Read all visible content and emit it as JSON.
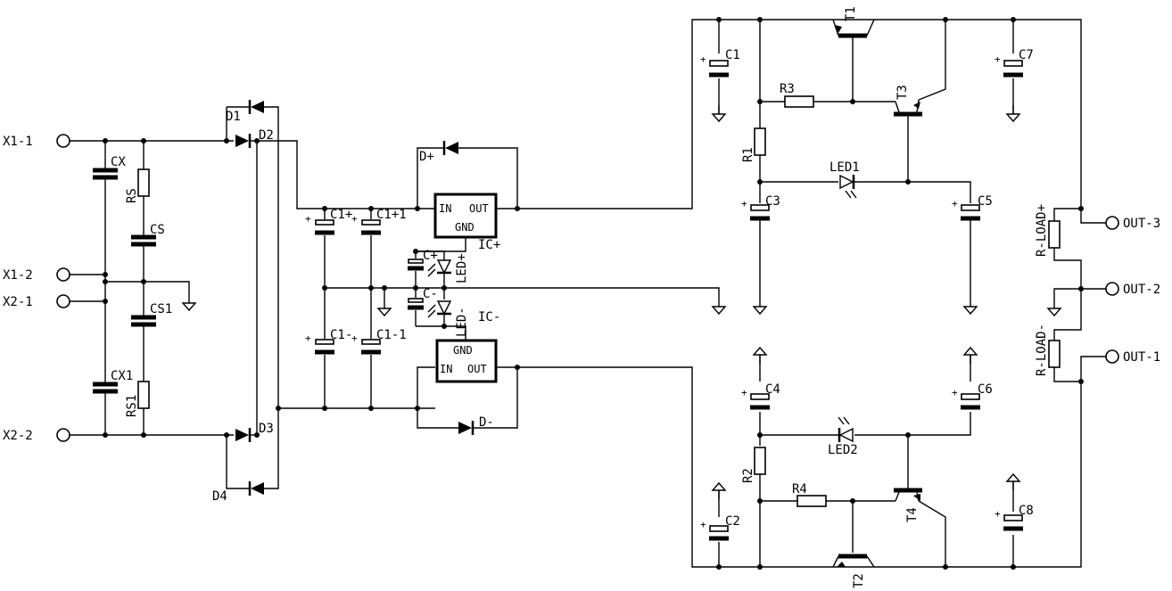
{
  "schematic": {
    "labels": {
      "X1-1": "X1-1",
      "X1-2": "X1-2",
      "X2-1": "X2-1",
      "X2-2": "X2-2",
      "CX": "CX",
      "RS": "RS",
      "CS": "CS",
      "CS1": "CS1",
      "CX1": "CX1",
      "RS1": "RS1",
      "D1": "D1",
      "D2": "D2",
      "D3": "D3",
      "D4": "D4",
      "C1+": "C1+",
      "C1+1": "C1+1",
      "C1-": "C1-",
      "C1-1": "C1-1",
      "IN_P": "IN",
      "OUT_P": "OUT",
      "GND_P": "GND",
      "IC+": "IC+",
      "GND_N": "GND",
      "IN_N": "IN",
      "OUT_N": "OUT",
      "IC-": "IC-",
      "D+": "D+",
      "D-": "D-",
      "C+": "C+",
      "C-": "C-",
      "LED+": "LED+",
      "LED-": "LED-",
      "C1": "C1",
      "R3": "R3",
      "T1": "T1",
      "T3": "T3",
      "C7": "C7",
      "R1": "R1",
      "LED1": "LED1",
      "C3": "C3",
      "C5": "C5",
      "R-LOAD+": "R-LOAD+",
      "OUT-3": "OUT-3",
      "OUT-2": "OUT-2",
      "R-LOAD-": "R-LOAD-",
      "OUT-1": "OUT-1",
      "C4": "C4",
      "C6": "C6",
      "LED2": "LED2",
      "R2": "R2",
      "R4": "R4",
      "T4": "T4",
      "C2": "C2",
      "C8": "C8",
      "T2": "T2"
    }
  }
}
